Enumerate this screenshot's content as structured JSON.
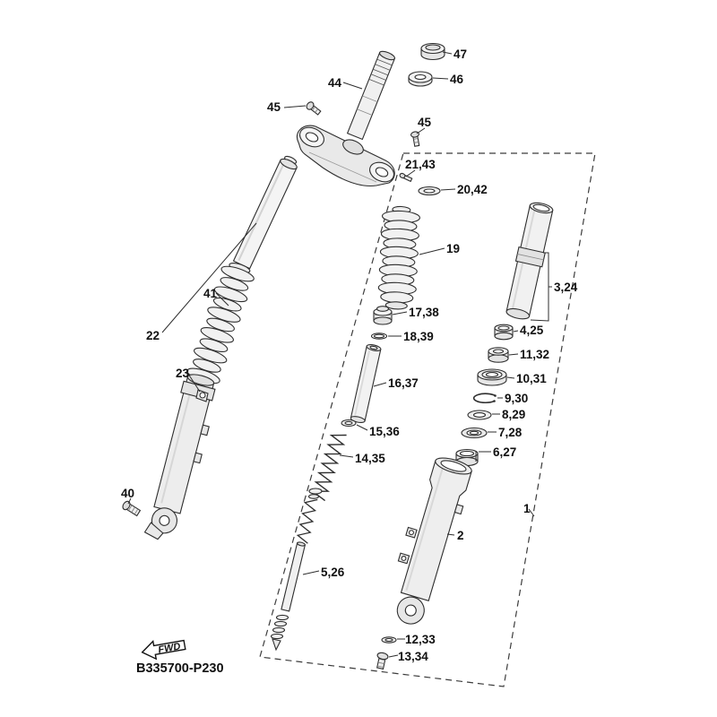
{
  "diagram": {
    "title": "front-fork-exploded-parts-diagram",
    "code": "B335700-P230",
    "fwd_label": "FWD",
    "colors": {
      "line": "#2e2e2e",
      "fill_light": "#f1f1f1",
      "fill_mid": "#e6e6e6",
      "background": "#ffffff"
    },
    "labels": [
      {
        "part": "cap-nut",
        "text": "47"
      },
      {
        "part": "special-washer",
        "text": "46"
      },
      {
        "part": "steering-stem",
        "text": "44"
      },
      {
        "part": "pinch-bolt-left",
        "text": "45"
      },
      {
        "part": "pinch-bolt-right",
        "text": "45"
      },
      {
        "part": "screw-and-washer",
        "text": "21,43"
      },
      {
        "part": "dust-cover-washer",
        "text": "20,42"
      },
      {
        "part": "dust-boot",
        "text": "19"
      },
      {
        "part": "cap-bolt",
        "text": "17,38"
      },
      {
        "part": "o-ring",
        "text": "18,39"
      },
      {
        "part": "inner-fork-tube",
        "text": "3,24"
      },
      {
        "part": "guide-bushing",
        "text": "4,25"
      },
      {
        "part": "collar",
        "text": "11,32"
      },
      {
        "part": "oil-seal",
        "text": "10,31"
      },
      {
        "part": "retaining-clip",
        "text": "9,30"
      },
      {
        "part": "washer",
        "text": "8,29"
      },
      {
        "part": "seal",
        "text": "7,28"
      },
      {
        "part": "slide-bushing",
        "text": "6,27"
      },
      {
        "part": "damper-tube",
        "text": "16,37"
      },
      {
        "part": "spring-seat",
        "text": "15,36"
      },
      {
        "part": "fork-spring",
        "text": "14,35"
      },
      {
        "part": "boot-left-assembly",
        "text": "41"
      },
      {
        "part": "inner-tube-left-assembly",
        "text": "22"
      },
      {
        "part": "guide-clamp",
        "text": "23"
      },
      {
        "part": "drain-bolt",
        "text": "40"
      },
      {
        "part": "damper-rod-assembly",
        "text": "5,26"
      },
      {
        "part": "front-fork-assembly",
        "text": "1"
      },
      {
        "part": "outer-tube",
        "text": "2"
      },
      {
        "part": "gasket-washer",
        "text": "12,33"
      },
      {
        "part": "bolt",
        "text": "13,34"
      }
    ]
  }
}
